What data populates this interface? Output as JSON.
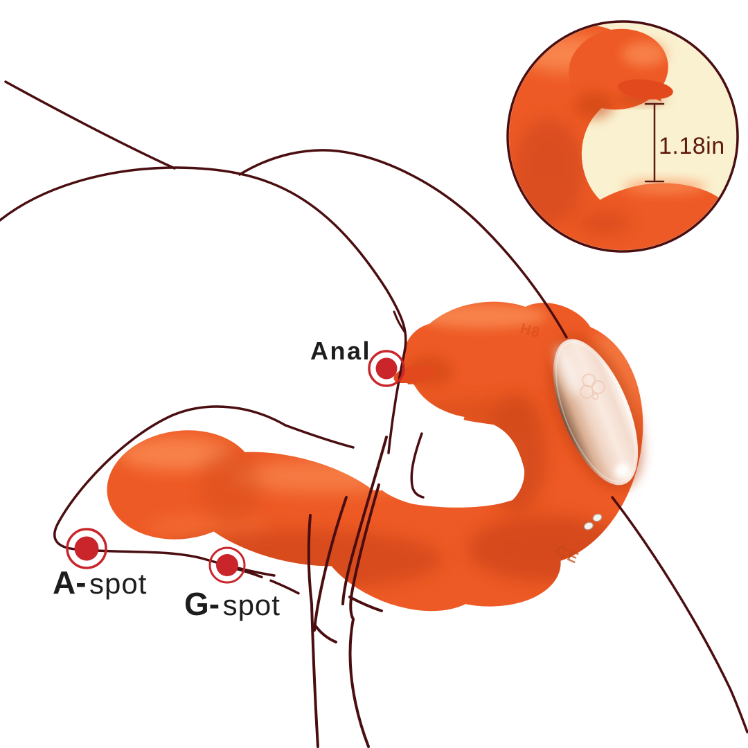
{
  "labels": {
    "anal": "Anal",
    "a_spot_prefix": "A-",
    "a_spot_suffix": "spot",
    "g_spot_prefix": "G-",
    "g_spot_suffix": "spot"
  },
  "inset": {
    "measurement": "1.18in"
  },
  "emboss": {
    "ce": "CE"
  },
  "colors": {
    "background": "#ffffff",
    "product_orange": "#ee5a25",
    "orange_highlight": "#fb9058",
    "orange_shadow": "#c23d12",
    "tongue_orange": "#e2491c",
    "line_maroon": "#4a0d10",
    "marker_red": "#c9252a",
    "label_text": "#1d1d1d",
    "inset_bg": "#faf1d0",
    "inset_text": "#5c190f",
    "rose_gold": "#e9c2ab"
  }
}
